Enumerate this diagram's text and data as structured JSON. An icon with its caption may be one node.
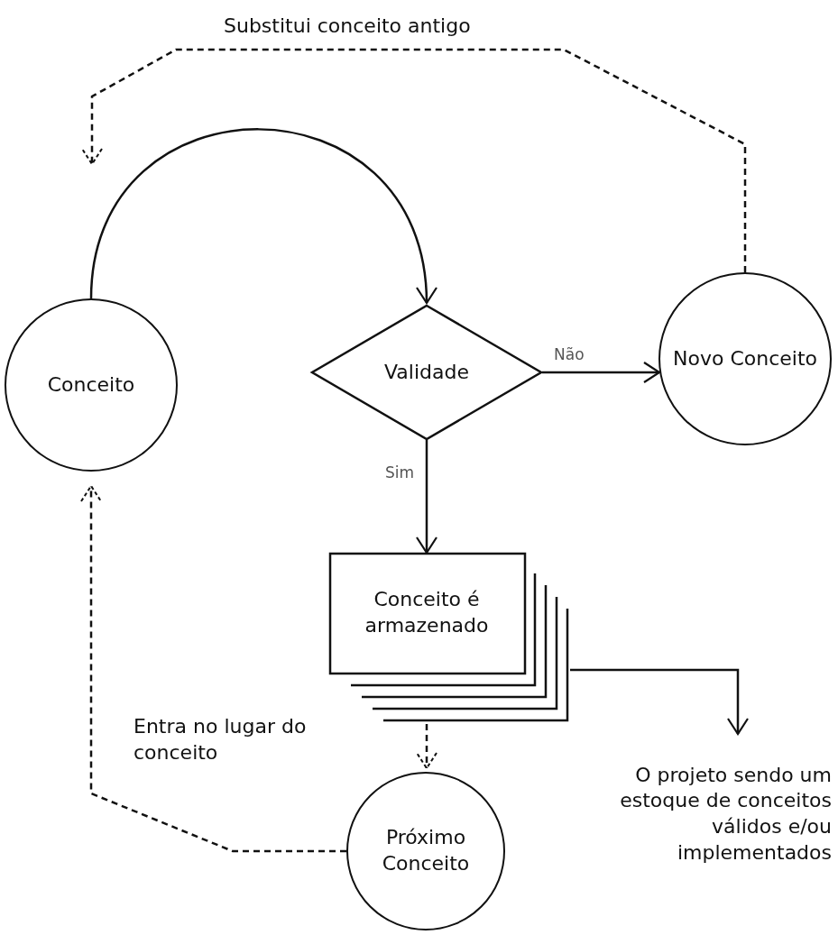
{
  "diagram": {
    "nodes": [
      {
        "text": [
          "Conceito"
        ]
      },
      {
        "text": [
          "Validade"
        ]
      },
      {
        "text": [
          "Novo Conceito"
        ]
      },
      {
        "text": [
          "Conceito é armazenado"
        ]
      },
      {
        "text": [
          "Próximo Conceito"
        ]
      },
      {
        "text": [
          "O projeto sendo um estoque de conceitos válidos e/ou implementados"
        ]
      }
    ],
    "edges": [
      {
        "from": 0,
        "to": 1,
        "arrow": "to"
      },
      {
        "from": 1,
        "to": 2,
        "arrow": "to",
        "label": "Não"
      },
      {
        "from": 1,
        "to": 3,
        "arrow": "to",
        "label": "Sim"
      },
      {
        "from": 2,
        "to": null,
        "arrow": "to",
        "style": "dashed",
        "label": "Substitui conceito antigo"
      },
      {
        "from": 3,
        "to": 4,
        "arrow": "to",
        "style": "dashed"
      },
      {
        "from": 4,
        "to": 0,
        "arrow": "to",
        "style": "dashed",
        "label": "Entra no lugar do conceito"
      },
      {
        "from": 3,
        "to": 5,
        "arrow": "to"
      }
    ]
  }
}
